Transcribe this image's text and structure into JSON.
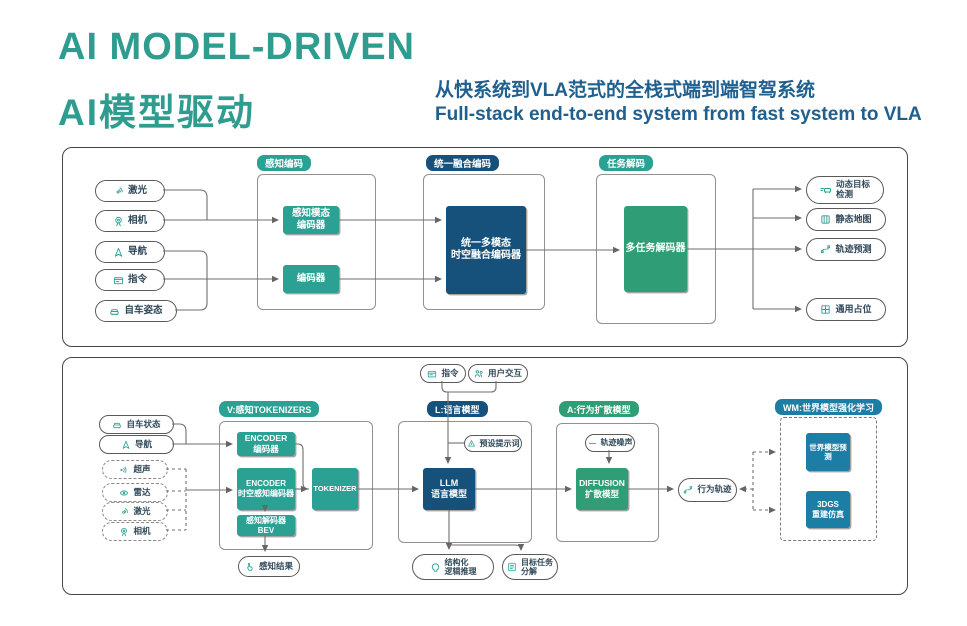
{
  "colors": {
    "teal": "#2aa193",
    "navy": "#16517c",
    "green": "#2f9e76",
    "blue": "#1c7ea5",
    "title": "#2e9c8e",
    "subtitle": "#20608f",
    "pilltext": "#2f4858",
    "line": "#6e6e6e"
  },
  "header": {
    "title_en": "AI MODEL-DRIVEN",
    "title_zh": "AI模型驱动",
    "subtitle_zh": "从快系统到VLA范式的全栈式端到端智驾系统",
    "subtitle_en": "Full-stack end-to-end system from fast system to VLA"
  },
  "top": {
    "inputs": [
      {
        "label": "激光",
        "icon": "lidar-icon"
      },
      {
        "label": "相机",
        "icon": "camera-icon"
      },
      {
        "label": "导航",
        "icon": "navigation-icon"
      },
      {
        "label": "指令",
        "icon": "command-icon"
      },
      {
        "label": "自车姿态",
        "icon": "car-icon"
      }
    ],
    "tags": {
      "perception": "感知编码",
      "fusion": "统一融合编码",
      "decode": "任务解码"
    },
    "boxes": {
      "modal_encoder": "感知模态\n编码器",
      "encoder": "编码器",
      "fusion": "统一多模态\n时空融合编码器",
      "decoder": "多任务解码器"
    },
    "outputs": [
      {
        "label": "动态目标\n检测",
        "icon": "dynamic-target-icon"
      },
      {
        "label": "静态地图",
        "icon": "static-map-icon"
      },
      {
        "label": "轨迹预测",
        "icon": "trajectory-icon"
      },
      {
        "label": "通用占位",
        "icon": "occupancy-icon"
      }
    ]
  },
  "bottom": {
    "top_inputs": [
      {
        "label": "指令",
        "icon": "command-icon"
      },
      {
        "label": "用户交互",
        "icon": "users-icon"
      }
    ],
    "left_inputs": [
      {
        "label": "自车状态",
        "icon": "car-icon",
        "dashed": false
      },
      {
        "label": "导航",
        "icon": "navigation-icon",
        "dashed": false
      },
      {
        "label": "超声",
        "icon": "ultrasonic-icon",
        "dashed": true
      },
      {
        "label": "雷达",
        "icon": "radar-icon",
        "dashed": true
      },
      {
        "label": "激光",
        "icon": "lidar-icon",
        "dashed": true
      },
      {
        "label": "相机",
        "icon": "camera-icon",
        "dashed": true
      }
    ],
    "v": {
      "tag": "V:感知TOKENIZERS",
      "encoder1": "ENCODER\n编码器",
      "encoder2": "ENCODER\n时空感知编码器",
      "bev": "感知解码器\nBEV",
      "tokenizer": "TOKENIZER",
      "result": "感知结果"
    },
    "l": {
      "tag": "L:语言模型",
      "prompt": "预设提示词",
      "llm": "LLM\n语言模型",
      "out_reasoning": "结构化\n逻辑推理",
      "out_task": "目标任务\n分解"
    },
    "a": {
      "tag": "A:行为扩散模型",
      "noise": "轨迹噪声",
      "diffusion": "DIFFUSION\n扩散模型",
      "trajectory": "行为轨迹"
    },
    "wm": {
      "tag": "WM:世界模型强化学习",
      "predict": "世界模型预测",
      "gs": "3DGS\n重建仿真"
    }
  }
}
